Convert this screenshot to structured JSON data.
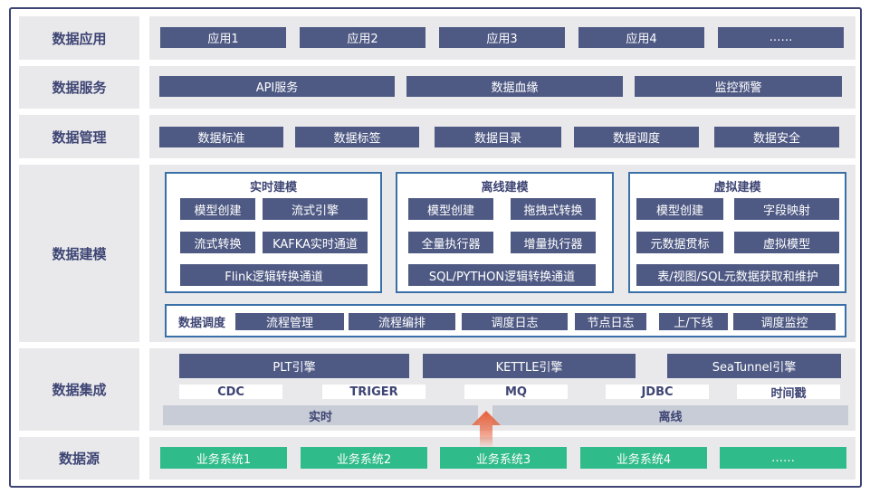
{
  "layers": {
    "app": {
      "label": "数据应用",
      "items": [
        "应用1",
        "应用2",
        "应用3",
        "应用4",
        "……"
      ]
    },
    "service": {
      "label": "数据服务",
      "items": [
        "API服务",
        "数据血缘",
        "监控预警"
      ]
    },
    "management": {
      "label": "数据管理",
      "items": [
        "数据标准",
        "数据标签",
        "数据目录",
        "数据调度",
        "数据安全"
      ]
    },
    "modeling": {
      "label": "数据建模",
      "realtime": {
        "title": "实时建模",
        "items": [
          "模型创建",
          "流式引擎",
          "流式转换",
          "KAFKA实时通道",
          "Flink逻辑转换通道"
        ]
      },
      "offline": {
        "title": "离线建模",
        "items": [
          "模型创建",
          "拖拽式转换",
          "全量执行器",
          "增量执行器",
          "SQL/PYTHON逻辑转换通道"
        ]
      },
      "virtual": {
        "title": "虚拟建模",
        "items": [
          "模型创建",
          "字段映射",
          "元数据贯标",
          "虚拟模型",
          "表/视图/SQL元数据获取和维护"
        ]
      },
      "scheduling": {
        "title": "数据调度",
        "items": [
          "流程管理",
          "流程编排",
          "调度日志",
          "节点日志",
          "上/下线",
          "调度监控"
        ]
      }
    },
    "integration": {
      "label": "数据集成",
      "engines": [
        "PLT引擎",
        "KETTLE引擎",
        "SeaTunnel引擎"
      ],
      "sources": [
        "CDC",
        "TRIGER",
        "MQ",
        "JDBC",
        "时间戳"
      ],
      "modes": [
        "实时",
        "离线"
      ]
    },
    "source": {
      "label": "数据源",
      "items": [
        "业务系统1",
        "业务系统2",
        "业务系统3",
        "业务系统4",
        "……"
      ]
    }
  },
  "colors": {
    "navy": "#4f5a84",
    "green": "#2fbb8a",
    "border_blue": "#3a70a8",
    "panel_grey": "#e9e9eb",
    "arrow": "#e8603a"
  },
  "icons": {
    "upward_flow": "up-arrow-icon"
  }
}
